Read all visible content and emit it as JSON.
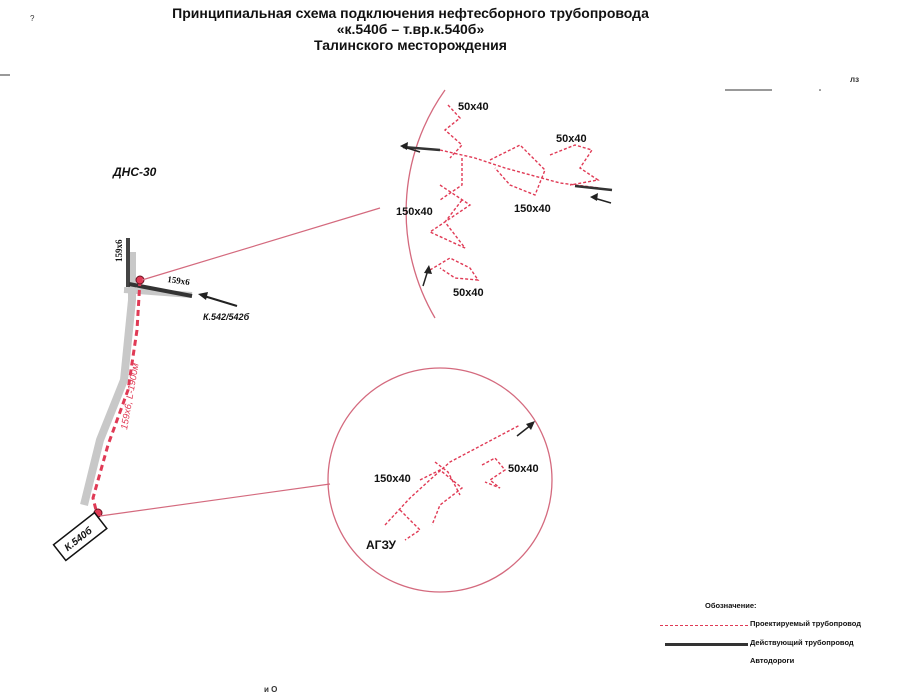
{
  "title": {
    "line1": "Принципиальная схема подключения нефтесборного трубопровода",
    "line2": "«к.540б – т.вр.к.540б»",
    "line3": "Талинского месторождения"
  },
  "top_right_mark": "лз",
  "corner_mark": "?",
  "bottom_mark": "и О",
  "map": {
    "dns_label": "ДНС-30",
    "pipe_vertical_label": "159x6",
    "pipe_horizontal_label": "159x6",
    "well_group_label": "К.542/542б",
    "route_label": "159x6, L-1900м",
    "well_label": "К.540б"
  },
  "callout_top": {
    "labels": [
      "50x40",
      "50x40",
      "150x40",
      "150x40",
      "50x40"
    ]
  },
  "callout_bottom": {
    "labels": [
      "150x40",
      "50x40",
      "АГЗУ"
    ]
  },
  "legend": {
    "heading": "Обозначение:",
    "items": [
      {
        "label": "Проектируемый трубопровод"
      },
      {
        "label": "Действующий трубопровод"
      },
      {
        "label": "Автодороги"
      }
    ]
  },
  "colors": {
    "projected": "#e03a55",
    "existing": "#333333",
    "road": "#c8c8c8",
    "callout_circle": "#d46a7e"
  }
}
